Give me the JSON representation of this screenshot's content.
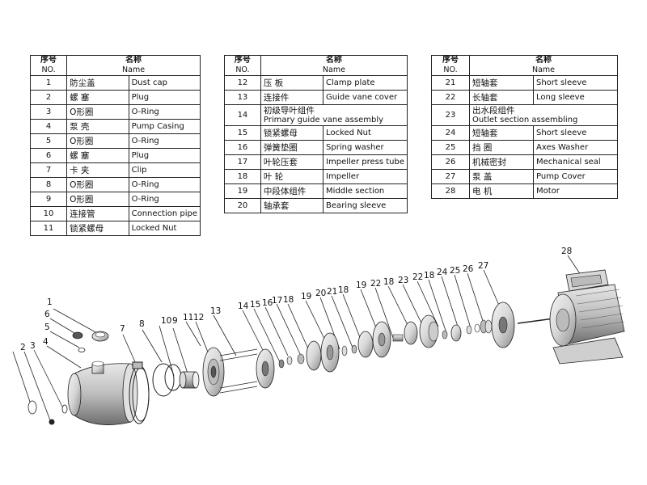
{
  "table_header": {
    "no_zh": "序号",
    "no_en": "NO.",
    "name_zh": "名称",
    "name_en": "Name"
  },
  "parts": [
    {
      "no": "1",
      "zh": "防尘盖",
      "en": "Dust cap"
    },
    {
      "no": "2",
      "zh": "螺 塞",
      "en": "Plug"
    },
    {
      "no": "3",
      "zh": "O形圈",
      "en": "O-Ring"
    },
    {
      "no": "4",
      "zh": "泵 壳",
      "en": "Pump Casing"
    },
    {
      "no": "5",
      "zh": "O形圈",
      "en": "O-Ring"
    },
    {
      "no": "6",
      "zh": "螺 塞",
      "en": "Plug"
    },
    {
      "no": "7",
      "zh": "卡 夹",
      "en": "Clip"
    },
    {
      "no": "8",
      "zh": "O形圈",
      "en": "O-Ring"
    },
    {
      "no": "9",
      "zh": "O形圈",
      "en": "O-Ring"
    },
    {
      "no": "10",
      "zh": "连接管",
      "en": "Connection pipe"
    },
    {
      "no": "11",
      "zh": "锁紧螺母",
      "en": "Locked Nut"
    },
    {
      "no": "12",
      "zh": "压 板",
      "en": "Clamp plate"
    },
    {
      "no": "13",
      "zh": "连接件",
      "en": "Guide vane cover"
    },
    {
      "no": "14",
      "zh": "初级导叶组件",
      "en": "Primary guide vane assembly"
    },
    {
      "no": "15",
      "zh": "锁紧螺母",
      "en": "Locked Nut"
    },
    {
      "no": "16",
      "zh": "弹簧垫圈",
      "en": "Spring washer"
    },
    {
      "no": "17",
      "zh": "叶轮压套",
      "en": "Impeller press tube"
    },
    {
      "no": "18",
      "zh": "叶 轮",
      "en": "Impeller"
    },
    {
      "no": "19",
      "zh": "中段体组件",
      "en": "Middle section"
    },
    {
      "no": "20",
      "zh": "轴承套",
      "en": "Bearing sleeve"
    },
    {
      "no": "21",
      "zh": "短轴套",
      "en": "Short sleeve"
    },
    {
      "no": "22",
      "zh": "长轴套",
      "en": "Long sleeve"
    },
    {
      "no": "23",
      "zh": "出水段组件",
      "en": "Outlet section assembling"
    },
    {
      "no": "24",
      "zh": "短轴套",
      "en": "Short sleeve"
    },
    {
      "no": "25",
      "zh": "挡 圈",
      "en": "Axes Washer"
    },
    {
      "no": "26",
      "zh": "机械密封",
      "en": "Mechanical seal"
    },
    {
      "no": "27",
      "zh": "泵 盖",
      "en": "Pump Cover"
    },
    {
      "no": "28",
      "zh": "电 机",
      "en": "Motor"
    }
  ],
  "callouts": [
    "1",
    "2",
    "3",
    "4",
    "5",
    "6",
    "7",
    "8",
    "10",
    "9",
    "11",
    "12",
    "13",
    "14",
    "15",
    "16",
    "17",
    "18",
    "19",
    "20",
    "21",
    "18",
    "19",
    "22",
    "18",
    "23",
    "22",
    "18",
    "24",
    "25",
    "26",
    "27",
    "28"
  ]
}
